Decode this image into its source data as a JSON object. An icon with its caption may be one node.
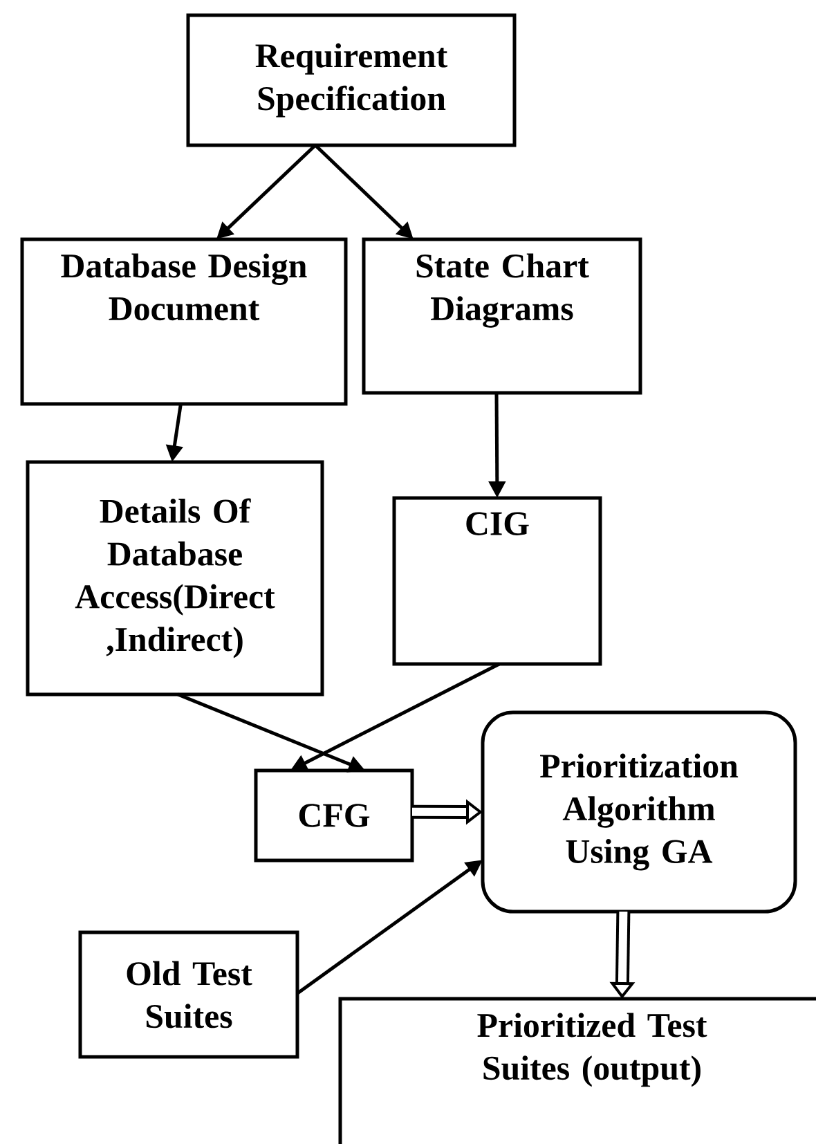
{
  "diagram": {
    "nodes": [
      {
        "text": [
          "Requirement Specification"
        ]
      },
      {
        "text": [
          "Database Design Document"
        ]
      },
      {
        "text": [
          "State Chart Diagrams"
        ]
      },
      {
        "text": [
          "Details Of Database Access(Direct ,Indirect)"
        ]
      },
      {
        "text": [
          "CIG"
        ]
      },
      {
        "text": [
          "CFG"
        ]
      },
      {
        "text": [
          "Prioritization Algorithm Using GA"
        ]
      },
      {
        "text": [
          "Old Test Suites"
        ]
      },
      {
        "text": [
          "Prioritized Test Suites (output)"
        ]
      }
    ],
    "edges": [
      {
        "from": 0,
        "to": 1,
        "arrow": "to"
      },
      {
        "from": 0,
        "to": 2,
        "arrow": "to"
      },
      {
        "from": 1,
        "to": 3,
        "arrow": "to"
      },
      {
        "from": 2,
        "to": 4,
        "arrow": "to"
      },
      {
        "from": 3,
        "to": 5,
        "arrow": "to"
      },
      {
        "from": 4,
        "to": 5,
        "arrow": "to"
      },
      {
        "from": 5,
        "to": 6,
        "arrow": "to",
        "style": "thick"
      },
      {
        "from": 7,
        "to": 6,
        "arrow": "to"
      },
      {
        "from": 6,
        "to": 8,
        "arrow": "to",
        "style": "thick"
      }
    ]
  }
}
